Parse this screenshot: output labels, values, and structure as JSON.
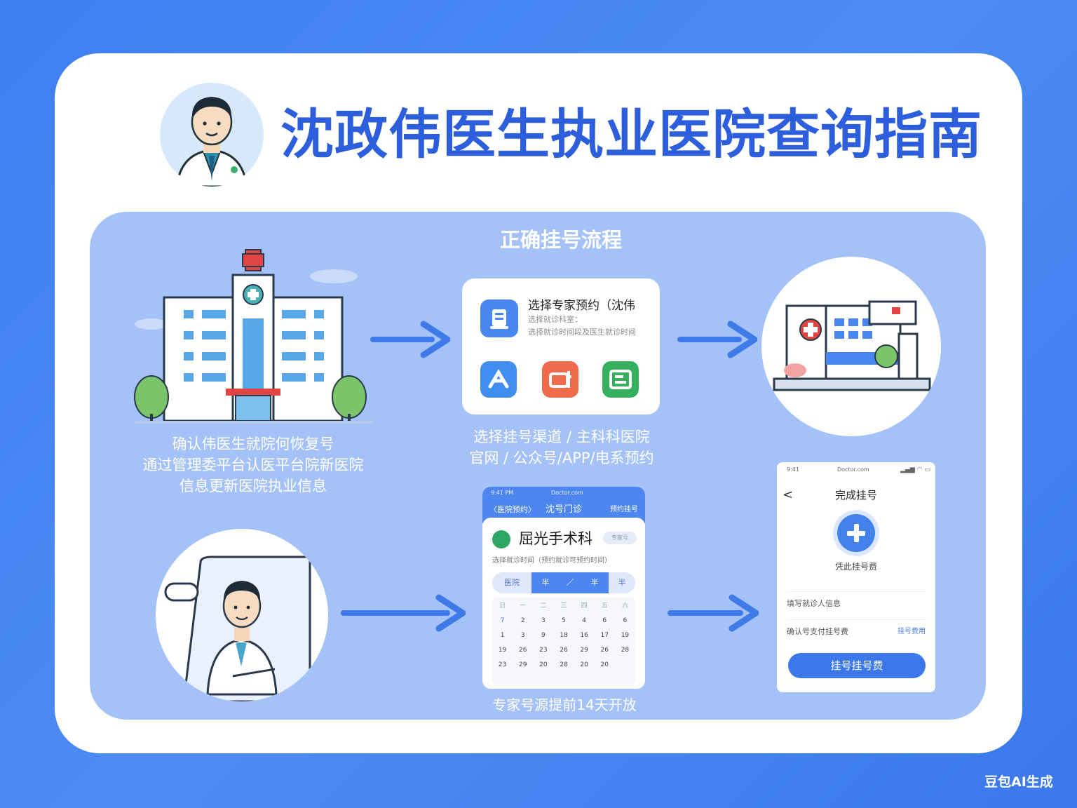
{
  "page": {
    "title": "沈政伟医生执业医院查询指南",
    "section_title": "正确挂号流程"
  },
  "step1": {
    "caption_lines": [
      "确认伟医生就院何恢复号",
      "通过管理委平台认医平台院新医院",
      "信息更新医院执业信息"
    ]
  },
  "step2": {
    "card_title": "选择专家预约（沈伟",
    "card_sub1": "选择就诊科室：",
    "card_sub2": "选择就诊时间段及医生就诊时间",
    "caption_lines": [
      "选择挂号渠道 / 主科科医院",
      "官网 / 公众号/APP/电系预约"
    ]
  },
  "calendar_phone": {
    "status_left": "9:41 PM",
    "status_center": "Doctor.com",
    "nav_left": "〈医院预约〉",
    "nav_center": "沈号门诊",
    "nav_right": "预约挂号",
    "dept_name": "屈光手术科",
    "dept_badge": "专家号",
    "dept_sub": "选择就诊时间（预约就诊可预约时间）",
    "segments": [
      "医院",
      "半",
      "／",
      "半",
      "半"
    ],
    "weekdays": [
      "日",
      "一",
      "二",
      "三",
      "四",
      "五",
      "六"
    ],
    "days": [
      "7",
      "2",
      "3",
      "5",
      "4",
      "6",
      "6",
      "1",
      "3",
      "9",
      "18",
      "16",
      "17",
      "19",
      "19",
      "26",
      "23",
      "26",
      "29",
      "26",
      "28",
      "23",
      "29",
      "20",
      "28",
      "20",
      "20",
      ""
    ],
    "caption": "专家号源提前14天开放"
  },
  "done_phone": {
    "status_left": "9:41",
    "status_center": "Doctor.com",
    "back": "<",
    "title": "完成挂号",
    "subtitle": "凭此挂号费",
    "row1": "填写就诊人信息",
    "row2": "确认号支付挂号费",
    "row2_link": "挂号费用",
    "button": "挂号挂号费"
  },
  "brand": "豆包AI生成",
  "colors": {
    "background": "#3e7ef0",
    "panel": "#a4c2f7",
    "title": "#2d5fdc",
    "accent": "#4381ec"
  }
}
